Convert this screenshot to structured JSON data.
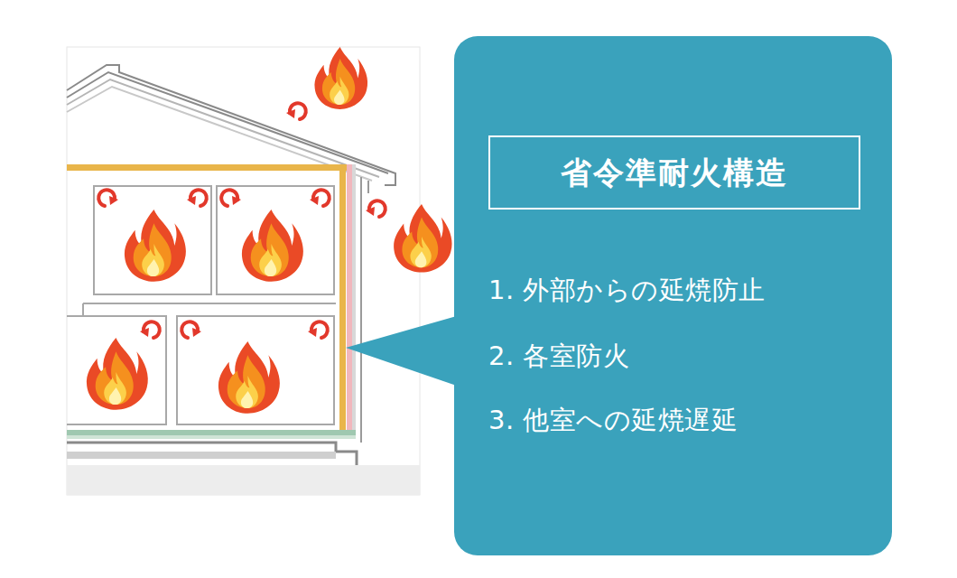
{
  "diagram": {
    "nodes": [
      {
        "text": [
          "1. 外部からの延焼防止",
          "2. 各室防火",
          "3. 他室への延焼遅延"
        ]
      },
      {
        "text": [
          "省令準耐火構造"
        ],
        "in": 0
      }
    ]
  }
}
